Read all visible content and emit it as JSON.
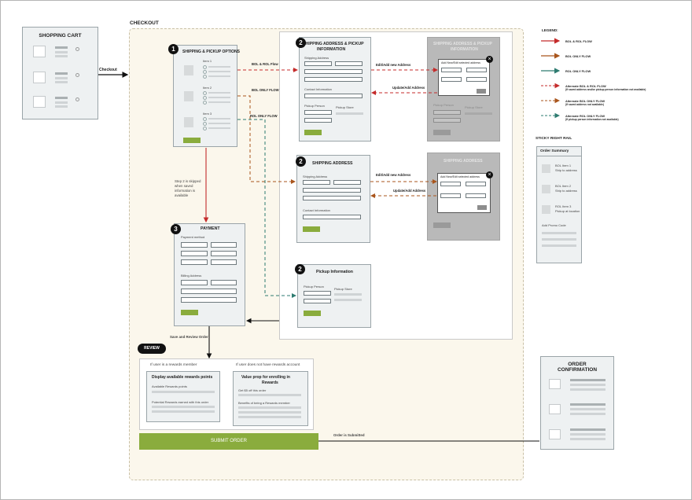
{
  "colors": {
    "bopis_flow": "#c42b2b",
    "bol_flow": "#a9551c",
    "ropis_flow": "#2e7b70",
    "accent_green": "#8aac3d",
    "checkout_bg": "#fbf7ec"
  },
  "cart": {
    "title": "SHOPPING CART"
  },
  "checkout_label": "Checkout",
  "checkout_title": "CHECKOUT",
  "step1": {
    "num": "1",
    "title": "SHIPPING & PICKUP OPTIONS",
    "item1": "Item 1",
    "item2": "Item 2",
    "item3": "Item 3"
  },
  "step2a": {
    "num": "2",
    "title_l1": "SHIPPING ADDRESS & PICKUP",
    "title_l2": "INFORMATION",
    "shipping_address": "Shipping Address",
    "contact_info": "Contact Information",
    "pickup_person": "Pickup Person",
    "pickup_store": "Pickup Store"
  },
  "step2a_modal": {
    "title_l1": "SHIPPING ADDRESS & PICKUP",
    "title_l2": "INFORMATION",
    "modal_title": "Add New/Edit selected address",
    "pickup_person": "Pickup Person",
    "pickup_store": "Pickup Store"
  },
  "step2b": {
    "num": "2",
    "title": "SHIPPING ADDRESS",
    "shipping_address": "Shipping Address",
    "contact_info": "Contact Information"
  },
  "step2b_modal": {
    "title": "SHIPPING ADDRESS",
    "modal_title": "Add New/Edit selected address"
  },
  "step2c": {
    "num": "2",
    "title": "Pickup Information",
    "pickup_person": "Pickup Person",
    "pickup_store": "Pickup Store"
  },
  "step3": {
    "num": "3",
    "title": "PAYMENT",
    "payment_method": "Payment method",
    "billing_address": "Billing Address"
  },
  "flows": {
    "bopis": "BOL & ROL Flow",
    "bol_only": "BOL ONLY FLOW",
    "rol_only": "ROL ONLY FLOW",
    "edit_add_1": "Edit/Add new Address",
    "update_add_1": "Update/Add Address",
    "edit_add_2": "Edit/Add new Address",
    "update_add_2": "Update/Add Address",
    "step2_skipped": [
      "Step 2 is skipped",
      "when saved",
      "information is",
      "available"
    ],
    "save_review": "Save and Review Order",
    "order_submitted": "Order is Submitted"
  },
  "review": {
    "label": "REVIEW",
    "member_q": "If user is a rewards member",
    "non_member_q": "If user does not have rewards account",
    "rewards_title": "Display available rewards points",
    "available_points": "Available Rewards points",
    "potential_points": "Potential Rewards earned with this order",
    "value_title_l1": "Value prop for enrolling in",
    "value_title_l2": "Rewards",
    "get_off": "Get $5 off this order",
    "benefits": "Benefits of being a Rewards member"
  },
  "submit": {
    "label": "SUBMIT ORDER"
  },
  "confirmation": {
    "title_l1": "ORDER",
    "title_l2": "CONFIRMATION"
  },
  "legend": {
    "title": "LEGEND:",
    "items": [
      {
        "label": "BOL & ROL FLOW",
        "sub": "",
        "color": "#c42b2b",
        "style": "solid"
      },
      {
        "label": "BOL ONLY FLOW",
        "sub": "",
        "color": "#a9551c",
        "style": "solid"
      },
      {
        "label": "ROL ONLY FLOW",
        "sub": "",
        "color": "#2e7b70",
        "style": "solid"
      },
      {
        "label": "Alternate BOL & ROL FLOW",
        "sub": "(If saved address and/or pickup person information not available)",
        "color": "#c42b2b",
        "style": "dashed"
      },
      {
        "label": "Alternate BOL ONLY FLOW",
        "sub": "(If saved address not available)",
        "color": "#a9551c",
        "style": "dashed"
      },
      {
        "label": "Alternate ROL ONLY FLOW",
        "sub": "(If pickup person information not available)",
        "color": "#2e7b70",
        "style": "dashed"
      }
    ]
  },
  "rail": {
    "title": "STICKY RIGHT RAIL",
    "summary_title": "Order Summary",
    "items": [
      {
        "l1": "BOL Item 1",
        "l2": "Ship to address"
      },
      {
        "l1": "BOL Item 2",
        "l2": "Ship to address"
      },
      {
        "l1": "ROL Item 3",
        "l2": "Pickup at location"
      }
    ],
    "promo": "Add Promo Code"
  }
}
